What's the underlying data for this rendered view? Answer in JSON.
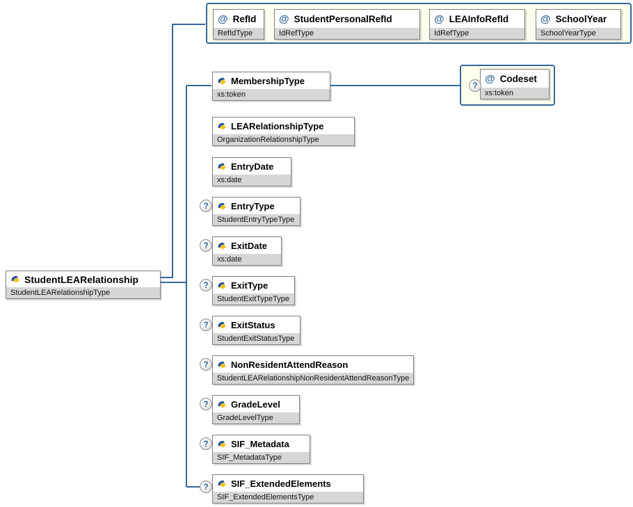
{
  "diagram": {
    "glyphs": {
      "attribute": "@",
      "optional": "?"
    },
    "colors": {
      "connector_line": "#34679A",
      "group_background": "#FEFEEC",
      "group_border": "#34679A",
      "node_border": "#7E7E7E",
      "type_row_background": "#D6D6D6",
      "attribute_glyph_color": "#34679A",
      "optional_glyph_color": "#34679A"
    },
    "root": {
      "name": "StudentLEARelationship",
      "type": "StudentLEARelationshipType"
    },
    "attributes": [
      {
        "name": "RefId",
        "type": "RefIdType"
      },
      {
        "name": "StudentPersonalRefId",
        "type": "IdRefType"
      },
      {
        "name": "LEAInfoRefId",
        "type": "IdRefType"
      },
      {
        "name": "SchoolYear",
        "type": "SchoolYearType"
      }
    ],
    "elements": [
      {
        "name": "MembershipType",
        "type": "xs:token",
        "optional": false
      },
      {
        "name": "LEARelationshipType",
        "type": "OrganizationRelationshipType",
        "optional": false
      },
      {
        "name": "EntryDate",
        "type": "xs:date",
        "optional": false
      },
      {
        "name": "EntryType",
        "type": "StudentEntryTypeType",
        "optional": true
      },
      {
        "name": "ExitDate",
        "type": "xs:date",
        "optional": true
      },
      {
        "name": "ExitType",
        "type": "StudentExitTypeType",
        "optional": true
      },
      {
        "name": "ExitStatus",
        "type": "StudentExitStatusType",
        "optional": true
      },
      {
        "name": "NonResidentAttendReason",
        "type": "StudentLEARelationshipNonResidentAttendReasonType",
        "optional": true
      },
      {
        "name": "GradeLevel",
        "type": "GradeLevelType",
        "optional": true
      },
      {
        "name": "SIF_Metadata",
        "type": "SIF_MetadataType",
        "optional": true
      },
      {
        "name": "SIF_ExtendedElements",
        "type": "SIF_ExtendedElementsType",
        "optional": true
      }
    ],
    "membership_attribute": {
      "name": "Codeset",
      "type": "xs:token",
      "optional": true
    }
  }
}
